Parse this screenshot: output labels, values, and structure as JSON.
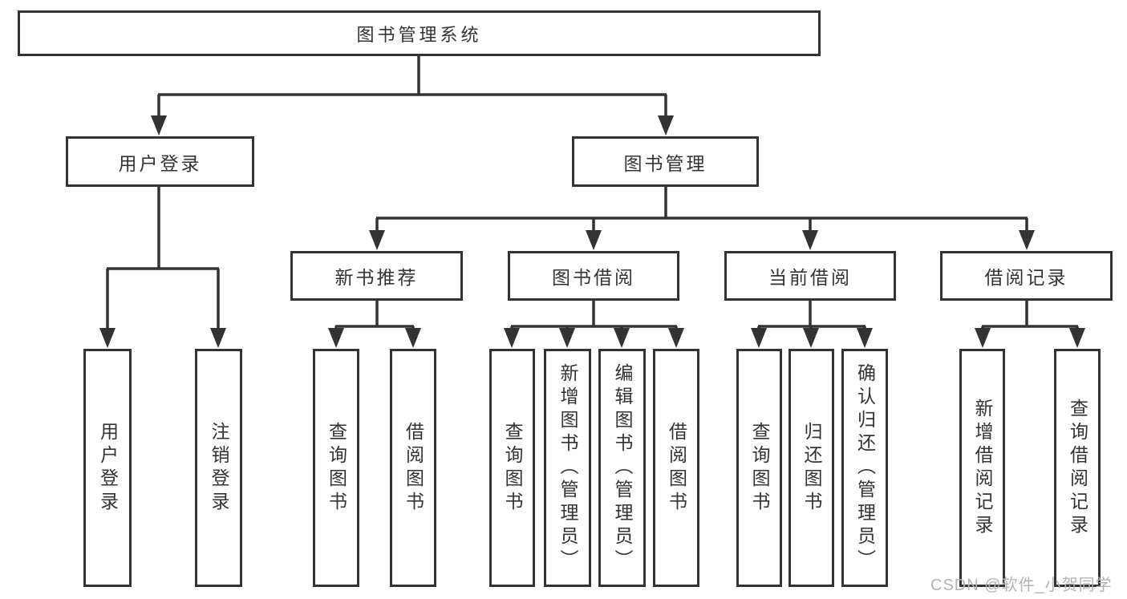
{
  "tree": {
    "root": "图书管理系统",
    "branches": [
      {
        "label": "用户登录",
        "children": [
          "用户登录",
          "注销登录"
        ]
      },
      {
        "label": "图书管理",
        "children": [
          {
            "label": "新书推荐",
            "children": [
              "查询图书",
              "借阅图书"
            ]
          },
          {
            "label": "图书借阅",
            "children": [
              "查询图书",
              "新增图书（管理员）",
              "编辑图书（管理员）",
              "借阅图书"
            ]
          },
          {
            "label": "当前借阅",
            "children": [
              "查询图书",
              "归还图书",
              "确认归还（管理员）"
            ]
          },
          {
            "label": "借阅记录",
            "children": [
              "新增借阅记录",
              "查询借阅记录"
            ]
          }
        ]
      }
    ]
  },
  "watermark": {
    "text": "CSDN @软件_小贺同学"
  },
  "colors": {
    "line": "#333333",
    "text": "#333333",
    "background": "#ffffff",
    "watermark": "#b3b3b3"
  }
}
